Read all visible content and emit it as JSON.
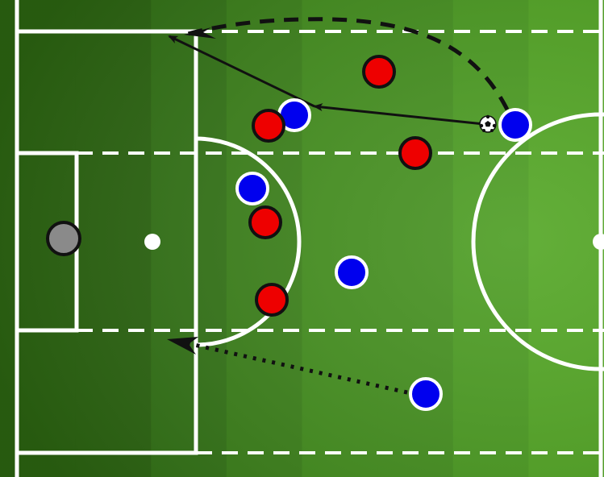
{
  "pitch": {
    "stripe_colors": [
      "#2e6a12",
      "#347716",
      "#3b8318",
      "#418f1a",
      "#479a1c",
      "#4ea41e"
    ],
    "line_color": "#ffffff"
  },
  "teams": {
    "attack": {
      "name": "",
      "color": "#0000ee",
      "outline": "#ffffff"
    },
    "defense": {
      "name": "",
      "color": "#ee0000",
      "outline": "#111111"
    },
    "goalkeeper": {
      "color": "#8a8a8a",
      "outline": "#111111"
    }
  },
  "players": [
    {
      "id": "attacker-ball-carrier",
      "team": "attack",
      "has_ball": true
    },
    {
      "id": "attacker-near-box",
      "team": "attack",
      "has_ball": false
    },
    {
      "id": "attacker-arc-left",
      "team": "attack",
      "has_ball": false
    },
    {
      "id": "attacker-center",
      "team": "attack",
      "has_ball": false
    },
    {
      "id": "attacker-bottom-runner",
      "team": "attack",
      "has_ball": false
    },
    {
      "id": "defender-top",
      "team": "defense",
      "has_ball": false
    },
    {
      "id": "defender-box-edge",
      "team": "defense",
      "has_ball": false
    },
    {
      "id": "defender-mid",
      "team": "defense",
      "has_ball": false
    },
    {
      "id": "defender-arc",
      "team": "defense",
      "has_ball": false
    },
    {
      "id": "defender-low",
      "team": "defense",
      "has_ball": false
    },
    {
      "id": "goalkeeper",
      "team": "goalkeeper",
      "has_ball": false
    }
  ],
  "movements": [
    {
      "id": "pass-short",
      "type": "pass",
      "style": "solid",
      "from": "attacker-ball-carrier",
      "to": "attacker-near-box"
    },
    {
      "id": "pass-into-box",
      "type": "pass",
      "style": "solid",
      "from": "attacker-near-box",
      "to": "box-top-corner"
    },
    {
      "id": "run-over-top",
      "type": "run",
      "style": "dashed",
      "from": "attacker-ball-carrier",
      "to": "box-top-corner"
    },
    {
      "id": "run-bottom",
      "type": "run",
      "style": "dotted",
      "from": "attacker-bottom-runner",
      "to": "box-bottom-edge"
    }
  ]
}
